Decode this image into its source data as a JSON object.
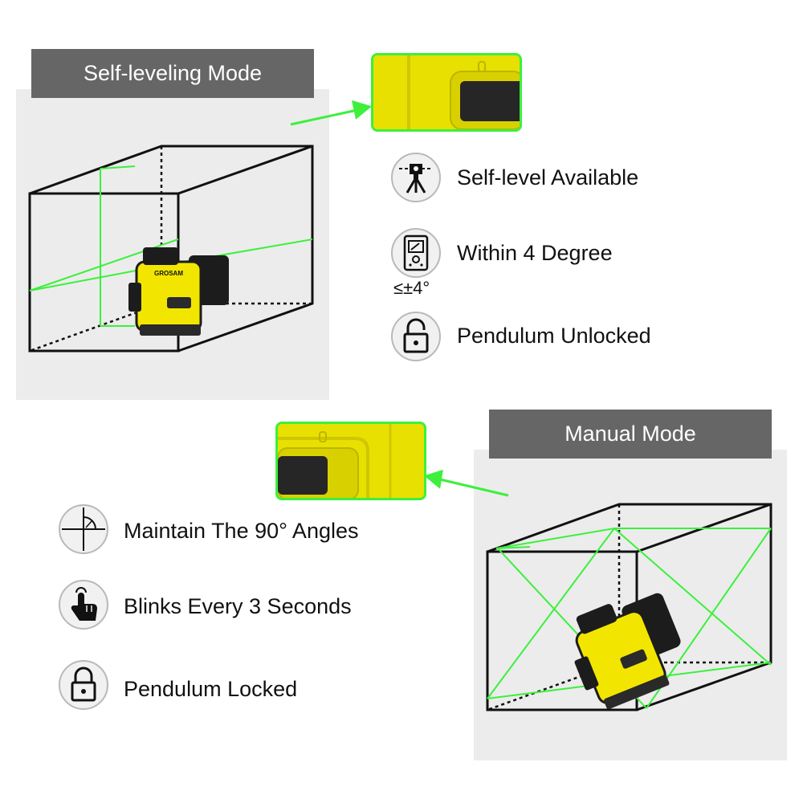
{
  "colors": {
    "laser": "#3cf03c",
    "header_bg": "#666666",
    "panel_bg": "#ececec",
    "device_yellow": "#f2e600"
  },
  "self_leveling": {
    "title": "Self-leveling Mode",
    "features": [
      {
        "icon": "tripod-level-icon",
        "label": "Self-level Available"
      },
      {
        "icon": "tilt-gauge-icon",
        "label": "Within 4 Degree",
        "sublabel": "≤±4°"
      },
      {
        "icon": "unlocked-padlock-icon",
        "label": "Pendulum Unlocked"
      }
    ]
  },
  "manual": {
    "title": "Manual Mode",
    "features": [
      {
        "icon": "right-angle-icon",
        "label": "Maintain The 90° Angles"
      },
      {
        "icon": "pointing-hand-icon",
        "label": "Blinks Every 3 Seconds"
      },
      {
        "icon": "locked-padlock-icon",
        "label": "Pendulum Locked"
      }
    ]
  },
  "device": {
    "brand": "GROSAM"
  }
}
